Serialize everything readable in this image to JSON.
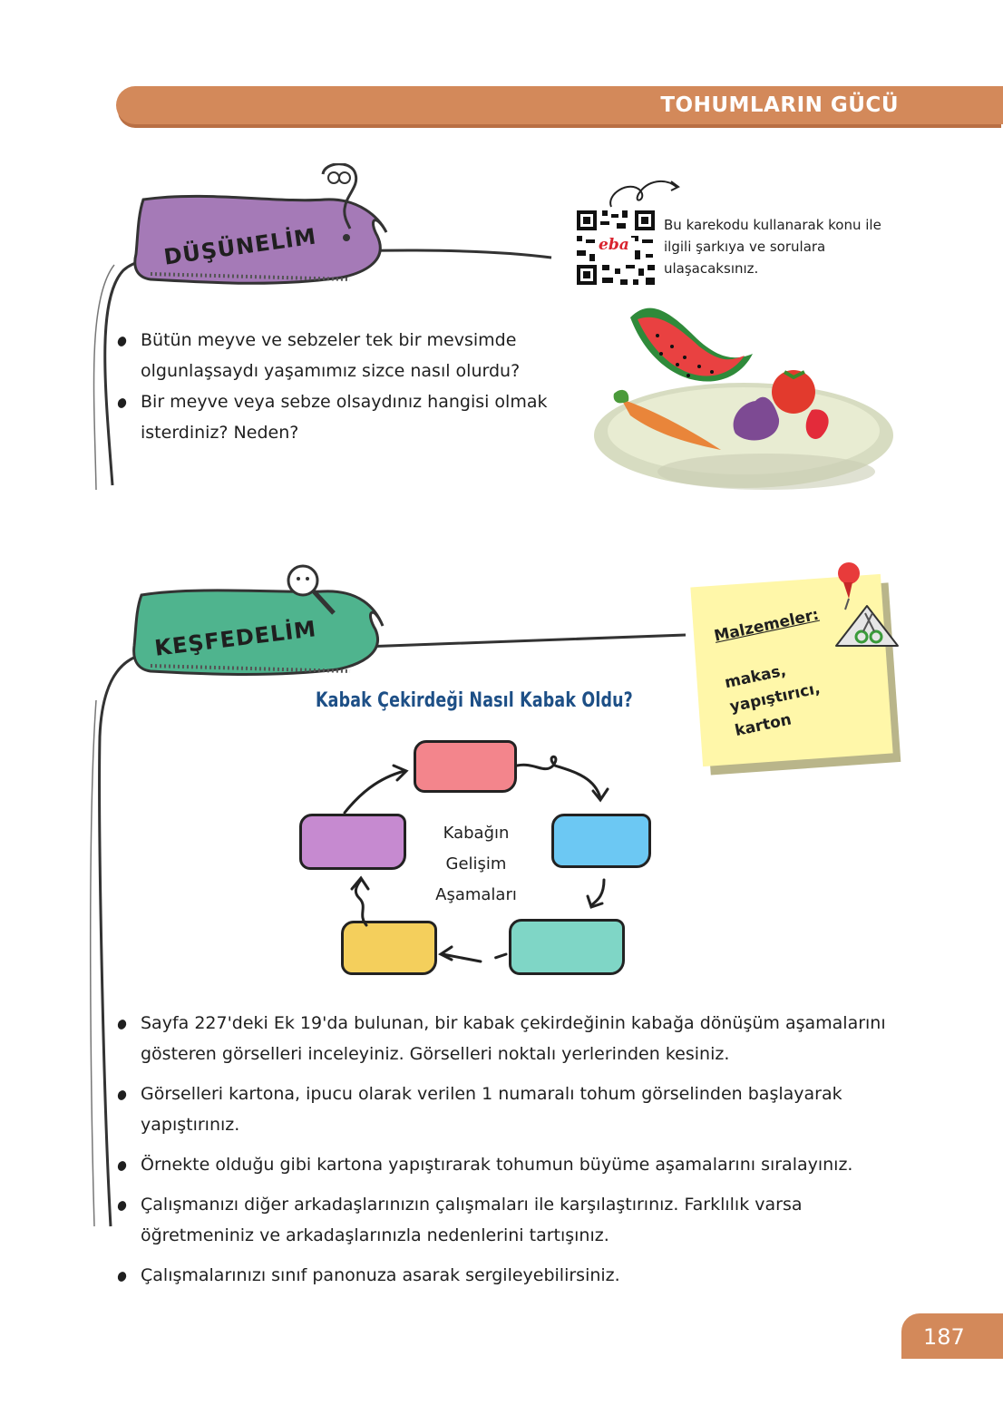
{
  "header": {
    "title": "TOHUMLARIN GÜCÜ"
  },
  "dusunelim": {
    "label": "DÜŞÜNELİM",
    "bullets": [
      "Bütün meyve ve sebzeler tek bir mevsimde olgunlaşsaydı yaşamımız sizce nasıl olurdu?",
      "Bir meyve veya sebze olsaydınız hangisi olmak isterdiniz? Neden?"
    ]
  },
  "qr": {
    "logo": "eba",
    "text": "Bu karekodu kullanarak konu ile ilgili şarkıya ve sorulara ulaşacaksınız."
  },
  "kesfedelim": {
    "label": "KEŞFEDELİM",
    "activity_title": "Kabak Çekirdeği Nasıl Kabak Oldu?",
    "cycle_center": [
      "Kabağın",
      "Gelişim",
      "Aşamaları"
    ],
    "materials": {
      "heading": "Malzemeler:",
      "items": [
        "makas,",
        "yapıştırıcı,",
        "karton"
      ]
    },
    "bullets": [
      "Sayfa 227'deki Ek 19'da bulunan, bir kabak çekirdeğinin kabağa dönüşüm aşamalarını gösteren görselleri inceleyiniz. Görselleri noktalı yerlerinden kesiniz.",
      "Görselleri kartona, ipucu olarak verilen 1 numaralı tohum görselinden başlayarak yapıştırınız.",
      "Örnekte olduğu gibi kartona yapıştırarak tohumun büyüme aşamalarını sıralayınız.",
      "Çalışmanızı diğer arkadaşlarınızın çalışmaları ile karşılaştırınız. Farklılık varsa öğretmeniniz ve arkadaşlarınızla nedenlerini tartışınız.",
      "Çalışmalarınızı sınıf panonuza asarak sergileyebilirsiniz."
    ]
  },
  "colors": {
    "band": "#d3895a",
    "dusunelim_banner": "#a57ab7",
    "kesfedelim_banner": "#4fb48e",
    "title_blue": "#1d4f86",
    "box_pink": "#f3858c",
    "box_blue": "#6cc8f3",
    "box_teal": "#7fd6c6",
    "box_yellow": "#f4cf5c",
    "box_purple": "#c68ad0"
  },
  "footer": {
    "page_number": "187"
  }
}
